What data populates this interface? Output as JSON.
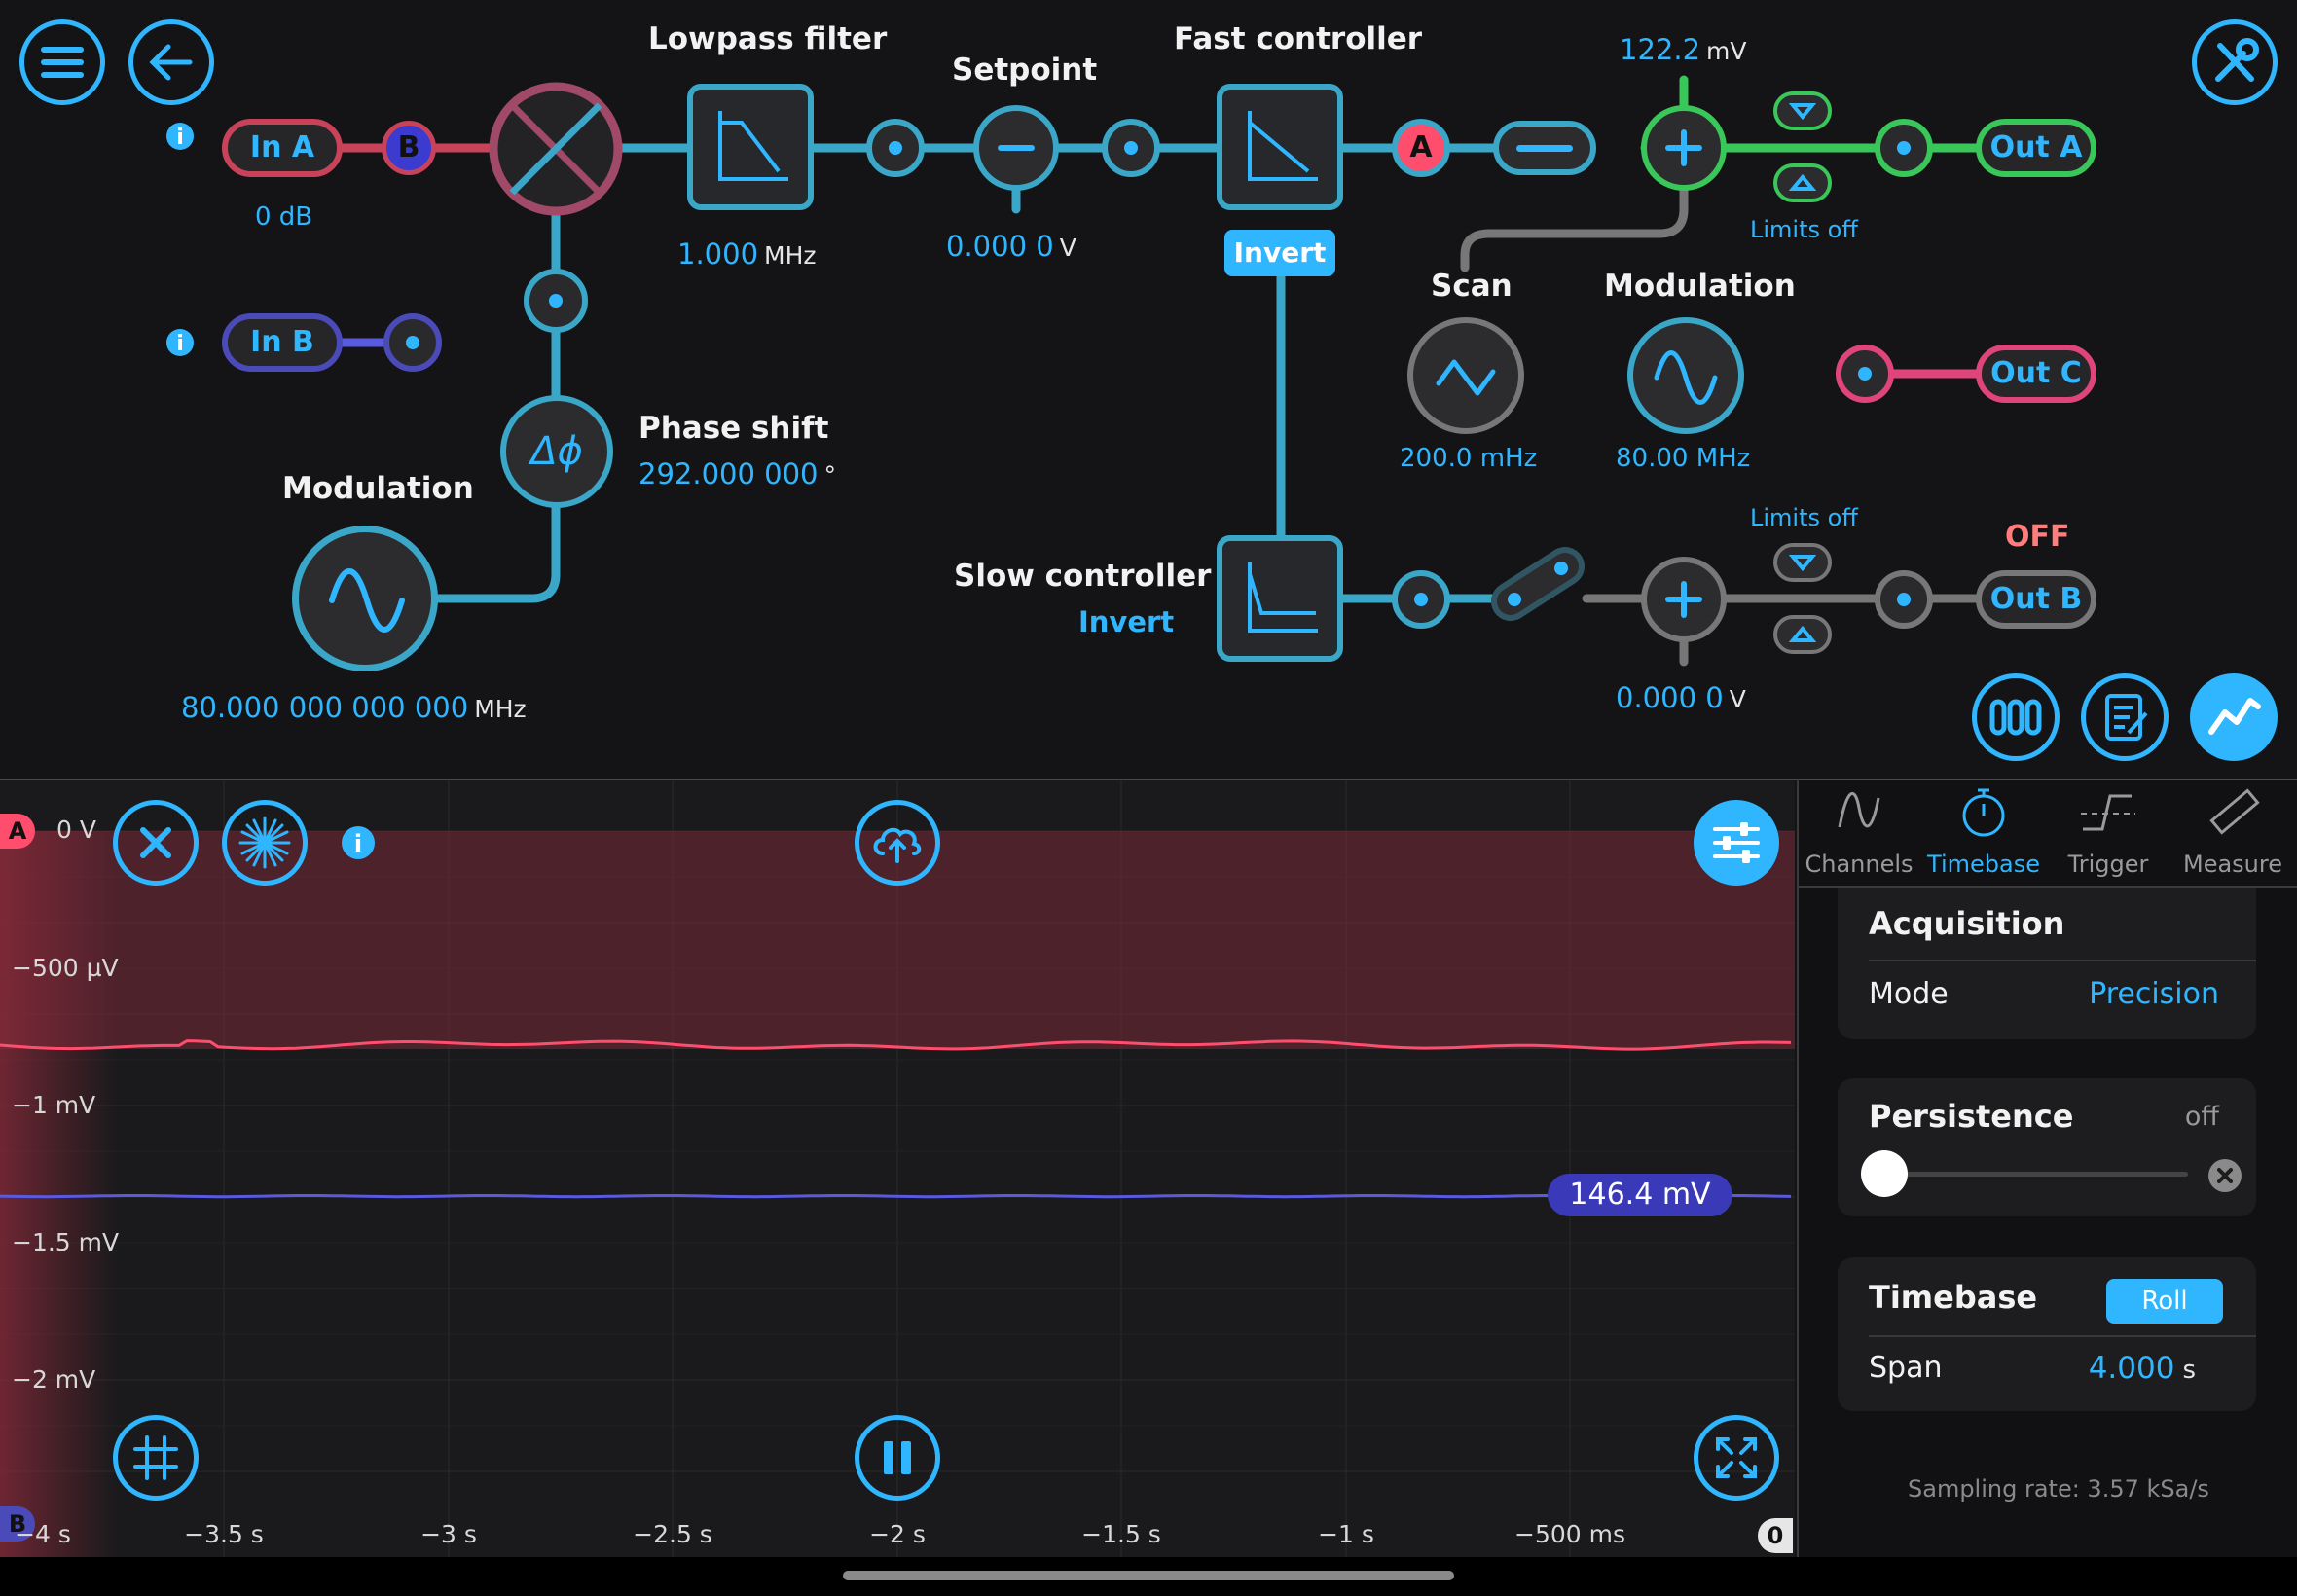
{
  "colors": {
    "accent": "#2fb6ff",
    "channel_a": "#ff4d6d",
    "channel_b": "#5a5ae0",
    "green": "#39c75a",
    "background": "#141416"
  },
  "toolbar": {
    "menu_icon": "menu-icon",
    "back_icon": "back-arrow-icon",
    "settings_icon": "wrench-screwdriver-icon"
  },
  "inputs": {
    "in_a": {
      "label": "In A",
      "gain": "0 dB",
      "badge": "B"
    },
    "in_b": {
      "label": "In B"
    }
  },
  "lowpass": {
    "title": "Lowpass filter",
    "value": "1.000",
    "unit": "MHz"
  },
  "setpoint": {
    "title": "Setpoint",
    "value": "0.000 0",
    "unit": "V"
  },
  "fast_controller": {
    "title": "Fast controller",
    "invert": "Invert",
    "badge": "A"
  },
  "offset_a": {
    "value": "122.2",
    "unit": "mV",
    "limits": "Limits off"
  },
  "out_a": {
    "label": "Out A"
  },
  "scan": {
    "title": "Scan",
    "value": "200.0 mHz"
  },
  "modulation_right": {
    "title": "Modulation",
    "value": "80.00 MHz"
  },
  "out_c": {
    "label": "Out C"
  },
  "phase_shift": {
    "title": "Phase shift",
    "value": "292.000 000",
    "unit": "°"
  },
  "modulation_left": {
    "title": "Modulation",
    "value": "80.000 000 000 000",
    "unit": "MHz"
  },
  "slow_controller": {
    "title": "Slow controller",
    "invert": "Invert"
  },
  "offset_b": {
    "value": "0.000 0",
    "unit": "V",
    "limits": "Limits off"
  },
  "out_b": {
    "label": "Out B",
    "status": "OFF"
  },
  "bottom_buttons": [
    "grid-icon",
    "notes-icon",
    "graph-icon"
  ],
  "scope": {
    "marker_a": "A",
    "marker_b": "B",
    "zero_marker": "0",
    "y_ticks": [
      "0 V",
      "−500 µV",
      "−1 mV",
      "−1.5 mV",
      "−2 mV"
    ],
    "x_ticks": [
      "−4 s",
      "−3.5 s",
      "−3 s",
      "−2.5 s",
      "−2 s",
      "−1.5 s",
      "−1 s",
      "−500 ms"
    ],
    "b_level_label": "146.4 mV",
    "trace_a_level_mV": -0.78,
    "trace_b_level_mV": -1.33
  },
  "side_panel": {
    "tabs": [
      {
        "label": "Channels"
      },
      {
        "label": "Timebase"
      },
      {
        "label": "Trigger"
      },
      {
        "label": "Measure"
      }
    ],
    "active_tab": "Timebase",
    "acquisition": {
      "title": "Acquisition",
      "mode_label": "Mode",
      "mode_value": "Precision"
    },
    "persistence": {
      "title": "Persistence",
      "state": "off",
      "slider_level": 0
    },
    "timebase": {
      "title": "Timebase",
      "roll": "Roll",
      "span_label": "Span",
      "span_value": "4.000",
      "span_unit": "s"
    },
    "sampling_rate": "Sampling rate: 3.57 kSa/s"
  }
}
